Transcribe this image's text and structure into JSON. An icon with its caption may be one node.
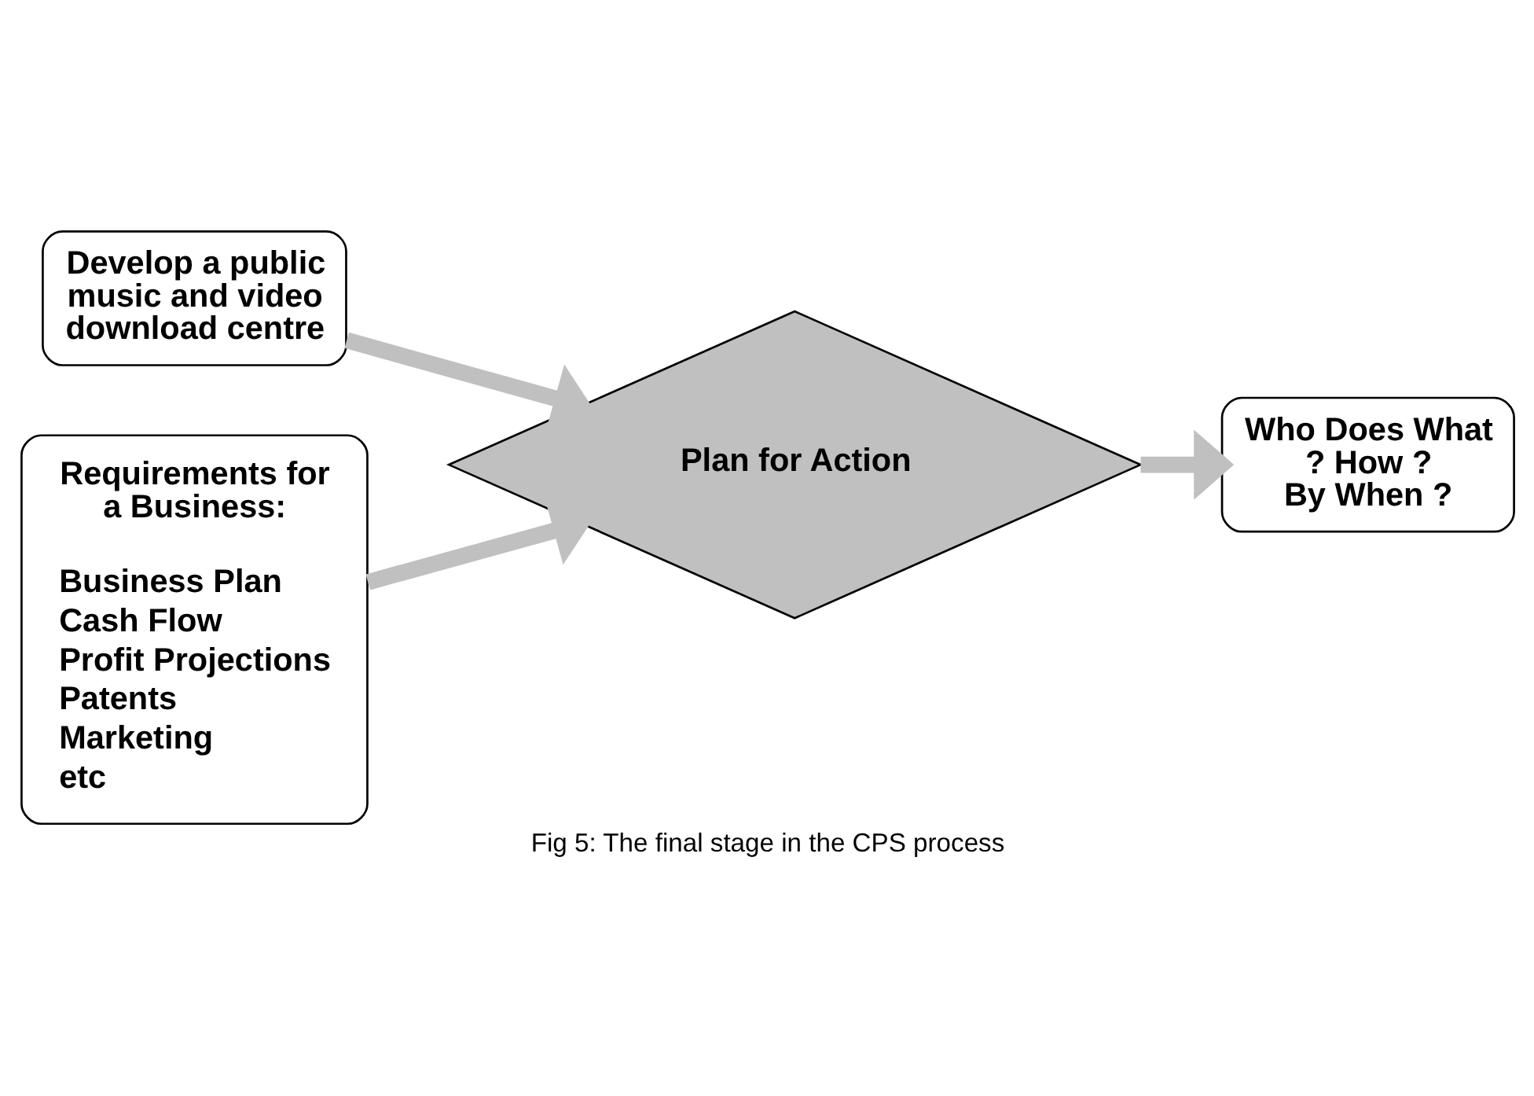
{
  "diagram": {
    "caption": "Fig 5: The final stage in the CPS process",
    "nodes": [
      {
        "text": [
          "Develop a public music and video download centre"
        ]
      },
      {
        "text": [
          "Plan for Action"
        ]
      },
      {
        "text": [
          "Who Does What ? How ? By When ?"
        ]
      },
      {
        "text": [
          "Requirements for a Business:",
          "Business Plan",
          "Cash Flow",
          "Profit Projections",
          "Patents",
          "Marketing",
          "etc"
        ]
      }
    ],
    "edges": [
      {
        "from": 0,
        "to": 1,
        "arrow": "to"
      },
      {
        "from": 1,
        "to": 2,
        "arrow": "to"
      },
      {
        "from": 3,
        "to": 1,
        "arrow": "to"
      }
    ]
  }
}
